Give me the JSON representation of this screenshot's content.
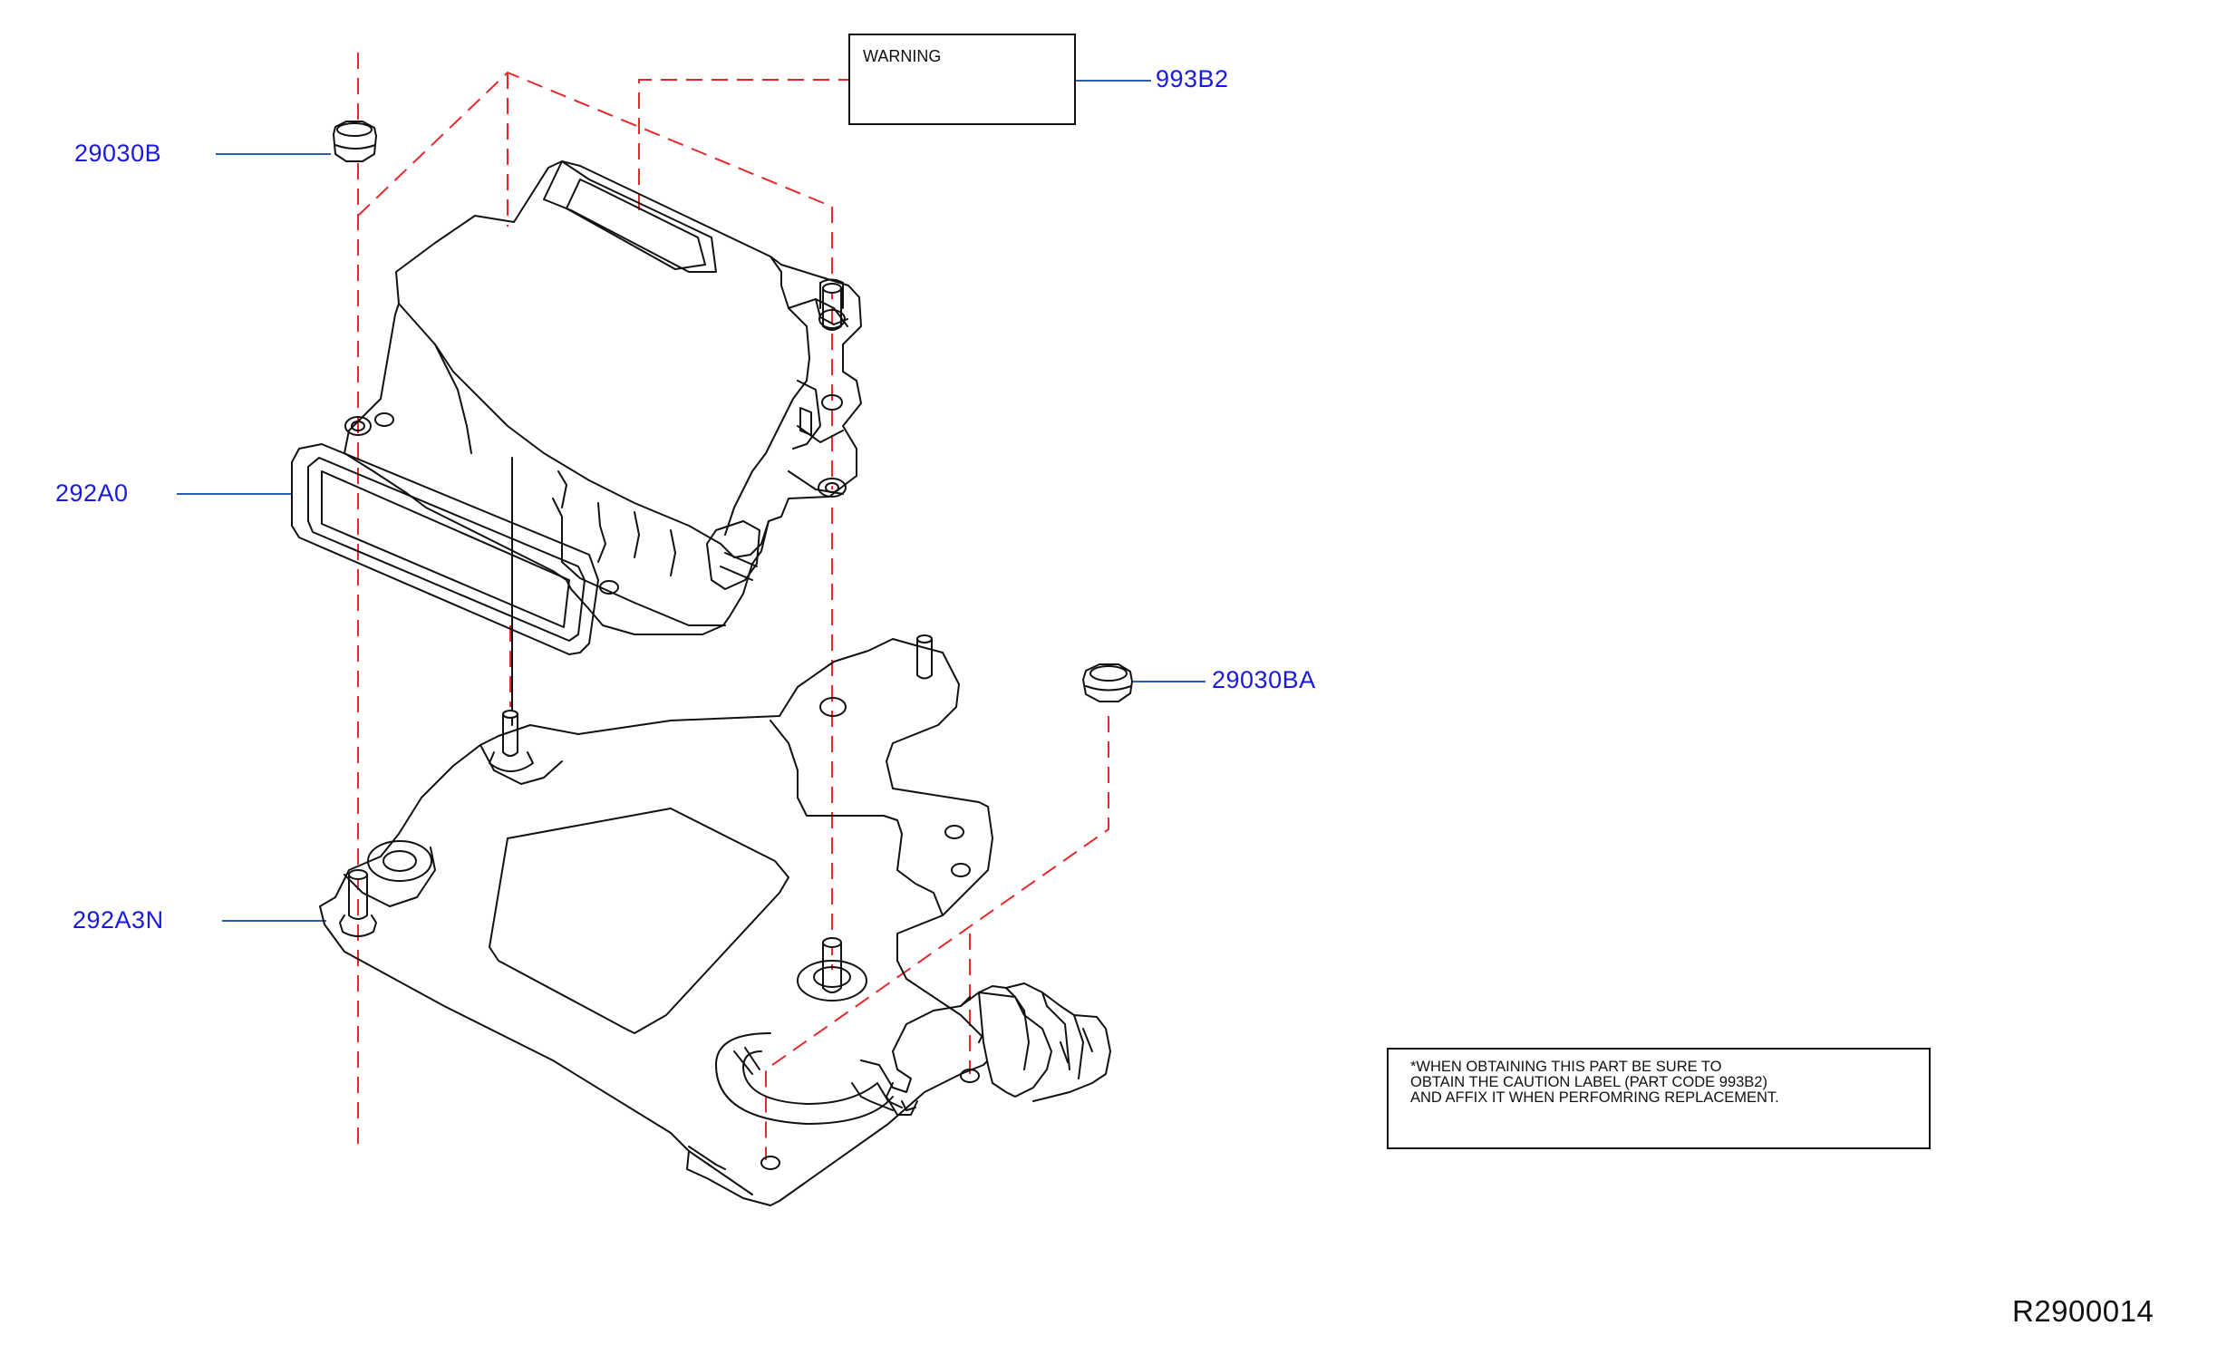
{
  "diagram": {
    "warning_label_text": "WARNING",
    "callouts": [
      {
        "id": "993B2",
        "text": "993B2"
      },
      {
        "id": "29030B",
        "text": "29030B"
      },
      {
        "id": "292A0",
        "text": "292A0"
      },
      {
        "id": "29030BA",
        "text": "29030BA"
      },
      {
        "id": "292A3N",
        "text": "292A3N"
      }
    ],
    "note": "*WHEN   OBTAINING   THIS   PART   BE   SURE   TO\nOBTAIN   THE   CAUTION   LABEL   (PART   CODE 993B2)\nAND AFFIX IT WHEN PERFOMRING REPLACEMENT.",
    "drawing_code": "R2900014"
  },
  "colors": {
    "callout_text": "#1a1adf",
    "leader_line": "#2a5db0",
    "dashed_line": "#e8282a",
    "outline": "#111111"
  }
}
